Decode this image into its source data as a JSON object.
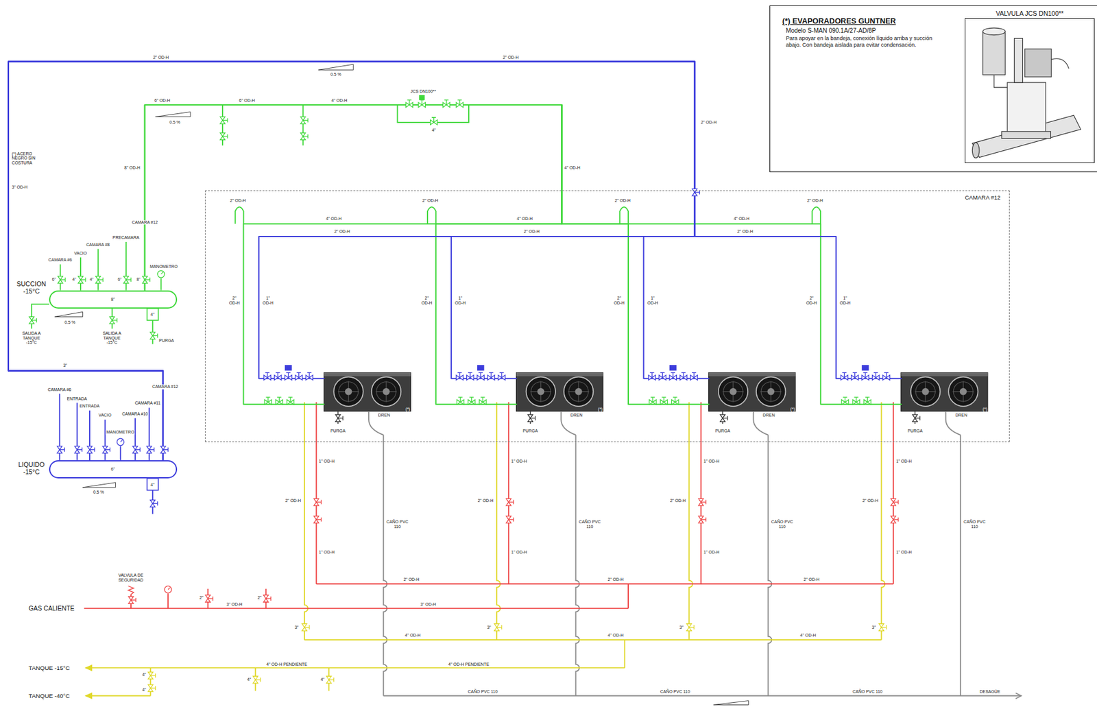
{
  "diagram": {
    "nodes": [
      {
        "text": [
          "(*) EVAPORADORES GUNTNER",
          "Modelo S-MAN 090.1A/27-AD/8P",
          "Para apoyar en la bandeja, conexión líquido arriba y succión abajo. Con bandeja aislada para evitar condensación."
        ]
      },
      {
        "text": [
          "VALVULA JCS DN100**"
        ],
        "in": 0
      },
      {
        "text": [
          "CAMARA #12"
        ]
      },
      {
        "text": [
          "(*)"
        ],
        "in": 2
      },
      {
        "text": [
          "(*)"
        ],
        "in": 2
      },
      {
        "text": [
          "(*)"
        ],
        "in": 2
      },
      {
        "text": [
          "(*)"
        ],
        "in": 2
      },
      {
        "text": [
          "SUCCION -15°C",
          "8\""
        ]
      },
      {
        "text": [
          "LIQUIDO -15°C",
          "6\""
        ]
      }
    ],
    "edges": [
      {
        "from": 7,
        "to": 3,
        "arrow": "none"
      },
      {
        "from": 7,
        "to": 4,
        "arrow": "none"
      },
      {
        "from": 7,
        "to": 5,
        "arrow": "none"
      },
      {
        "from": 7,
        "to": 6,
        "arrow": "none"
      },
      {
        "from": 8,
        "to": 3,
        "arrow": "none"
      },
      {
        "from": 8,
        "to": 4,
        "arrow": "none"
      },
      {
        "from": 8,
        "to": 5,
        "arrow": "none"
      },
      {
        "from": 8,
        "to": 6,
        "arrow": "none"
      }
    ],
    "labels": [
      "2\" OD-H",
      "2\" OD-H",
      "0.5 %",
      "2\" OD-H",
      "(*) ACERO NEGRO SIN COSTURA",
      "3\" OD-H",
      "3\"",
      "6\" OD-H",
      "6\" OD-H",
      "4\" OD-H",
      "0.5 %",
      "JCS DN100**",
      "4\"",
      "8\" OD-H",
      "4\" OD-H",
      "CAMARA #6",
      "VACIO",
      "CAMARA #8",
      "PRECAMARA",
      "CAMARA #12",
      "MANOMETRO",
      "6\"",
      "4\"",
      "4\"",
      "6\"",
      "8\"",
      "SALIDA A TANQUE -15°C",
      "SALIDA A TANQUE -15°C",
      "4\"",
      "PURGA",
      "0.5 %",
      "CAMARA #6",
      "ENTRADA",
      "ENTRADA",
      "VACIO",
      "CAMARA #10",
      "CAMARA #11",
      "CAMARA #12",
      "MANOMETRO",
      "4\"",
      "0.5 %",
      "2\" OD-H",
      "2\" OD-H",
      "1\" OD-H",
      "PURGA",
      "DREN",
      "1\" OD-H",
      "2\" OD-H",
      "1\" OD-H",
      "CAÑO PVC 110",
      "3\"",
      "2\" OD-H",
      "2\" OD-H",
      "1\" OD-H",
      "PURGA",
      "DREN",
      "1\" OD-H",
      "2\" OD-H",
      "1\" OD-H",
      "CAÑO PVC 110",
      "3\"",
      "2\" OD-H",
      "2\" OD-H",
      "1\" OD-H",
      "PURGA",
      "DREN",
      "1\" OD-H",
      "2\" OD-H",
      "1\" OD-H",
      "CAÑO PVC 110",
      "3\"",
      "2\" OD-H",
      "2\" OD-H",
      "1\" OD-H",
      "PURGA",
      "DREN",
      "1\" OD-H",
      "2\" OD-H",
      "1\" OD-H",
      "CAÑO PVC 110",
      "3\"",
      "4\" OD-H",
      "4\" OD-H",
      "4\" OD-H",
      "2\" OD-H",
      "2\" OD-H",
      "2\" OD-H",
      "2\" OD-H",
      "2\" OD-H",
      "2\" OD-H",
      "GAS CALIENTE",
      "3\" OD-H",
      "3\" OD-H",
      "VALVULA DE SEGURIDAD",
      "2\"",
      "2\"",
      "4\" OD-H",
      "4\" OD-H",
      "4\" OD-H",
      "TANQUE -15°C",
      "TANQUE -40°C",
      "4\" OD-H PENDIENTE",
      "4\" OD-H PENDIENTE",
      "4\"",
      "4\"",
      "4\"",
      "4\"",
      "CAÑO PVC 110",
      "CAÑO PVC 110",
      "CAÑO PVC 110",
      "DESAGÜE"
    ]
  }
}
